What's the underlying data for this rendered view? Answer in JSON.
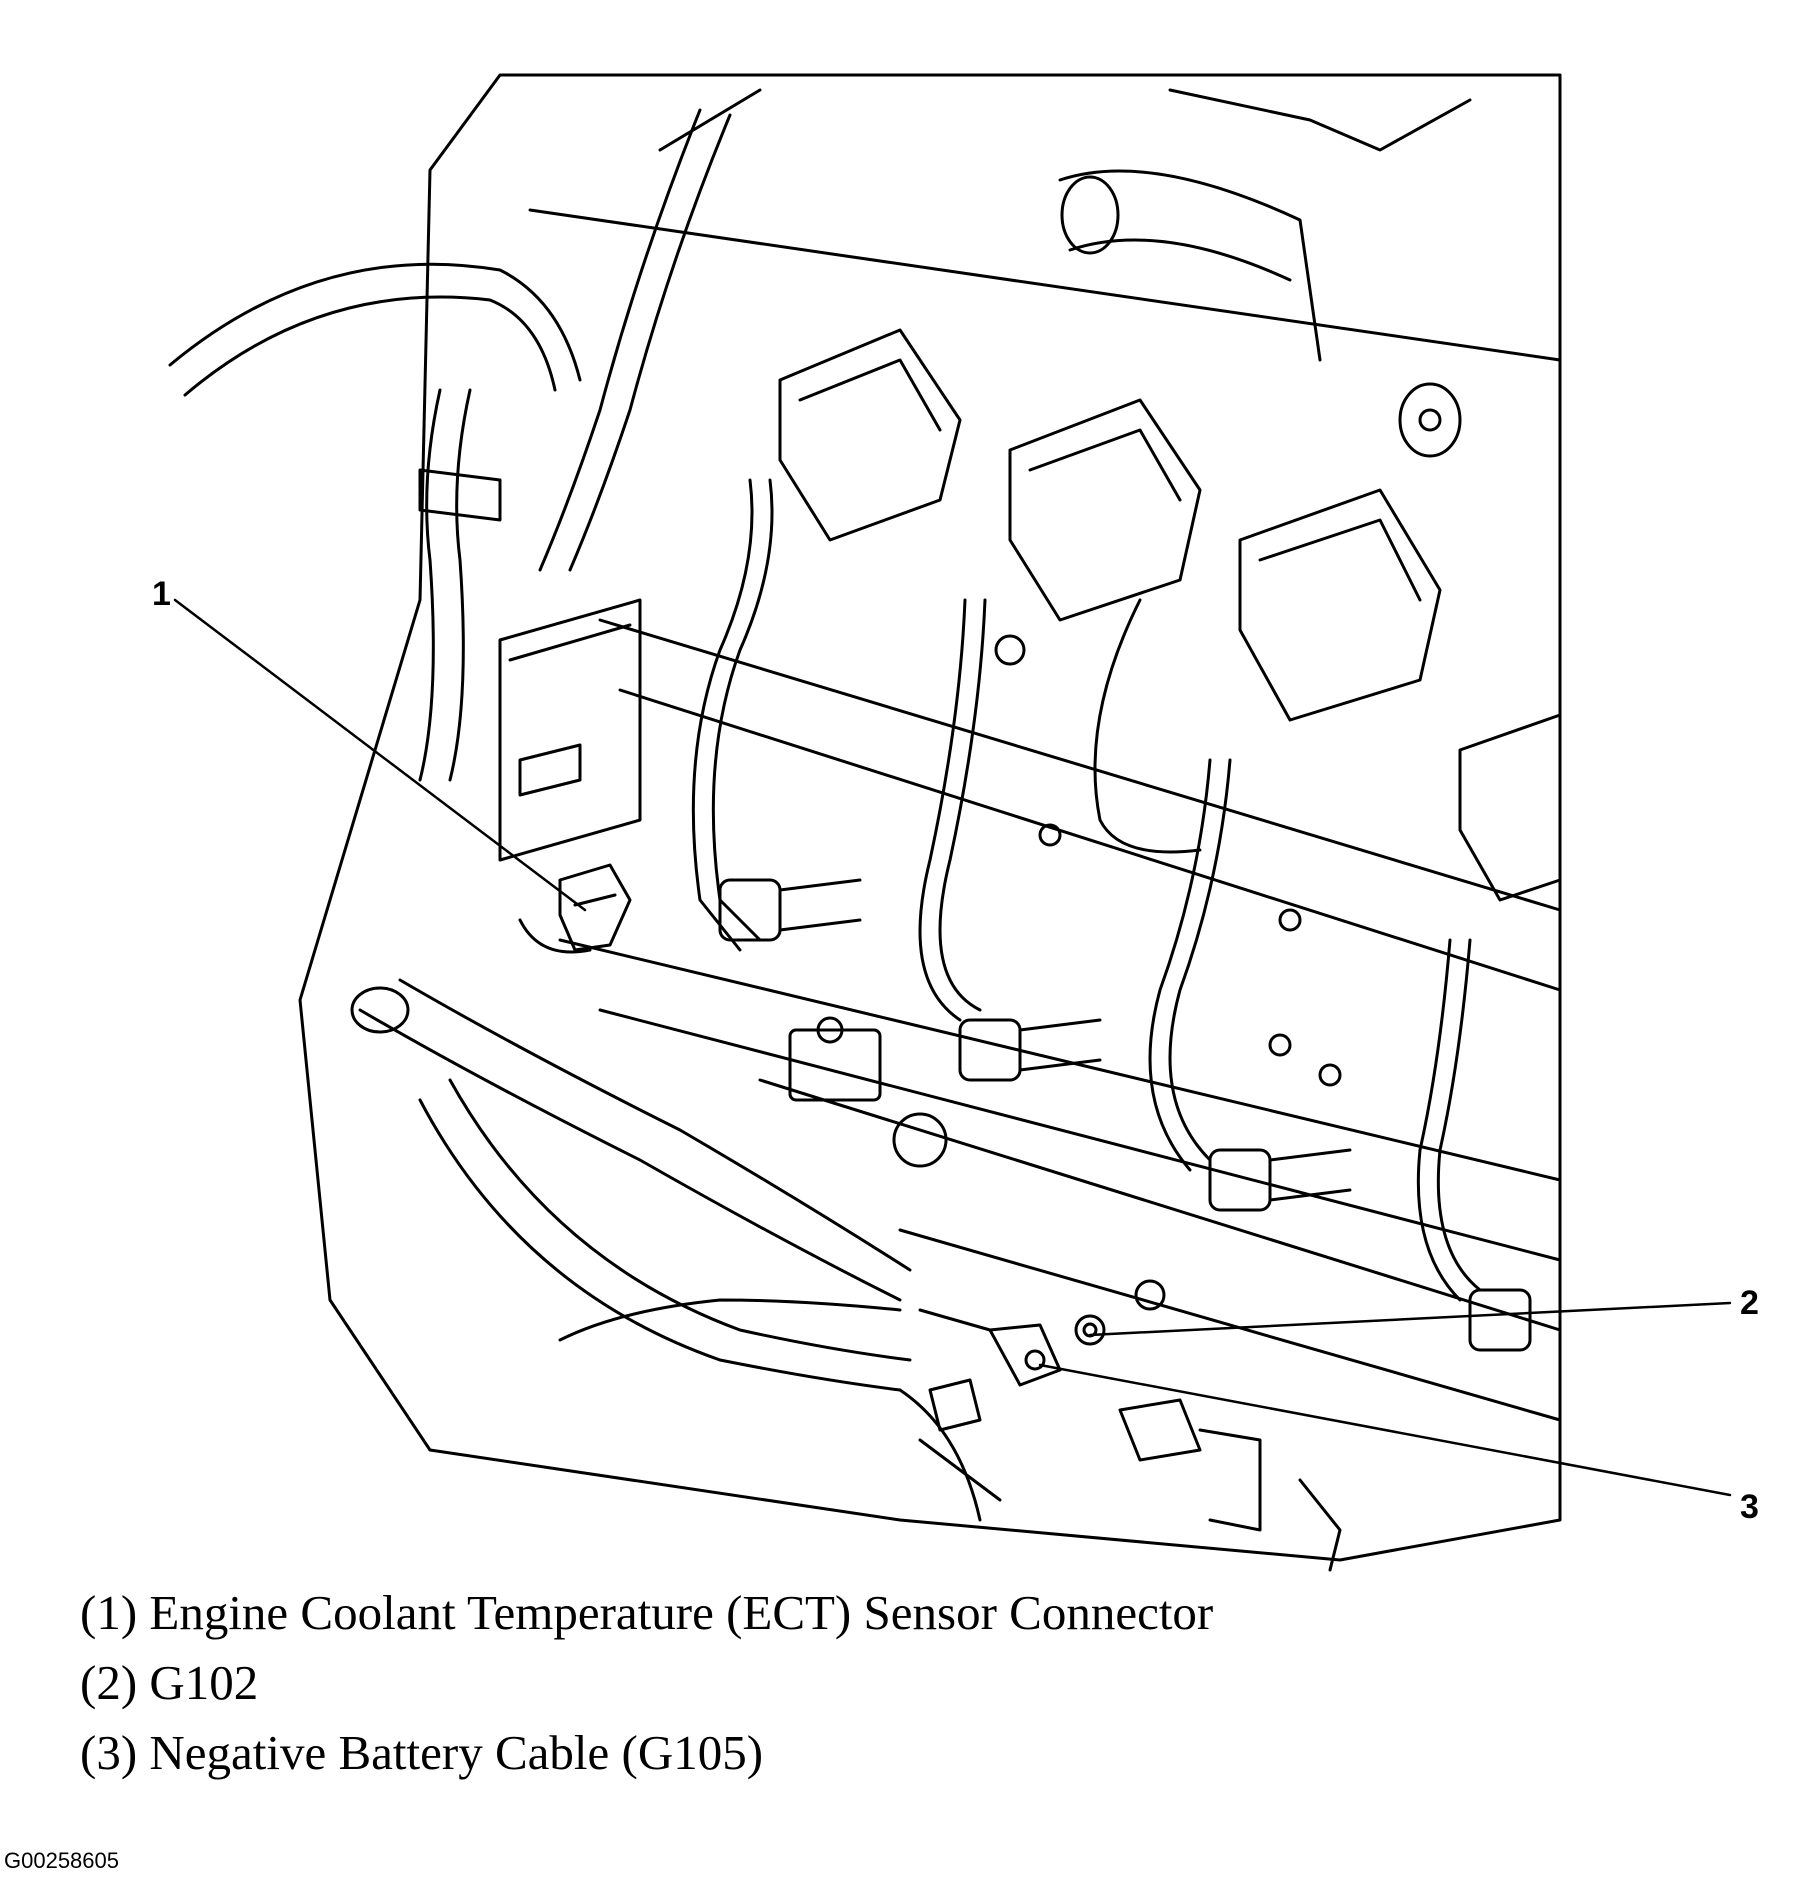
{
  "callouts": [
    {
      "number": "1"
    },
    {
      "number": "2"
    },
    {
      "number": "3"
    }
  ],
  "legend": [
    {
      "number": "(1)",
      "text": "Engine Coolant Temperature (ECT) Sensor Connector"
    },
    {
      "number": "(2)",
      "text": "G102"
    },
    {
      "number": "(3)",
      "text": "Negative Battery Cable (G105)"
    }
  ],
  "figure_id": "G00258605",
  "colors": {
    "line": "#000000",
    "background": "#ffffff"
  }
}
